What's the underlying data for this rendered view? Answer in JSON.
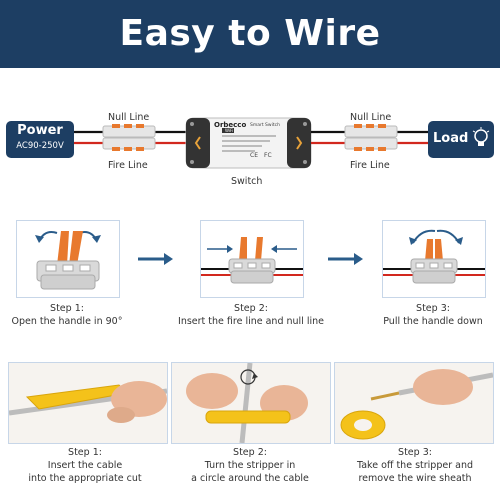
{
  "banner": {
    "title": "Easy to Wire"
  },
  "wiring": {
    "power_label": "Power",
    "power_voltage": "AC90-250V",
    "load_label": "Load",
    "left_null_line": "Null Line",
    "left_fire_line": "Fire Line",
    "right_null_line": "Null Line",
    "right_fire_line": "Fire Line",
    "switch_label": "Switch",
    "device_brand": "Orbecco",
    "device_badge": "WiFi",
    "device_title": "Smart Switch",
    "device_fcc": "FC",
    "device_ce": "CE"
  },
  "connector_steps": [
    {
      "title": "Step 1:",
      "text": "Open the handle in 90°"
    },
    {
      "title": "Step 2:",
      "text": "Insert the fire line and null line"
    },
    {
      "title": "Step 3:",
      "text": "Pull the handle down"
    }
  ],
  "stripper_steps": [
    {
      "title": "Step 1:",
      "line1": "Insert the cable",
      "line2": "into the appropriate cut"
    },
    {
      "title": "Step 2:",
      "line1": "Turn the stripper in",
      "line2": "a circle around the cable"
    },
    {
      "title": "Step 3:",
      "line1": "Take off the stripper and",
      "line2": "remove the wire sheath"
    }
  ],
  "colors": {
    "banner": "#1d3e63",
    "fire_wire": "#d2281e",
    "null_wire": "#111111",
    "lever": "#e8792e",
    "arrow": "#2a5c8a"
  },
  "icons": [
    "lightbulb-icon",
    "arrow-right-icon",
    "curved-arrow-icon"
  ]
}
